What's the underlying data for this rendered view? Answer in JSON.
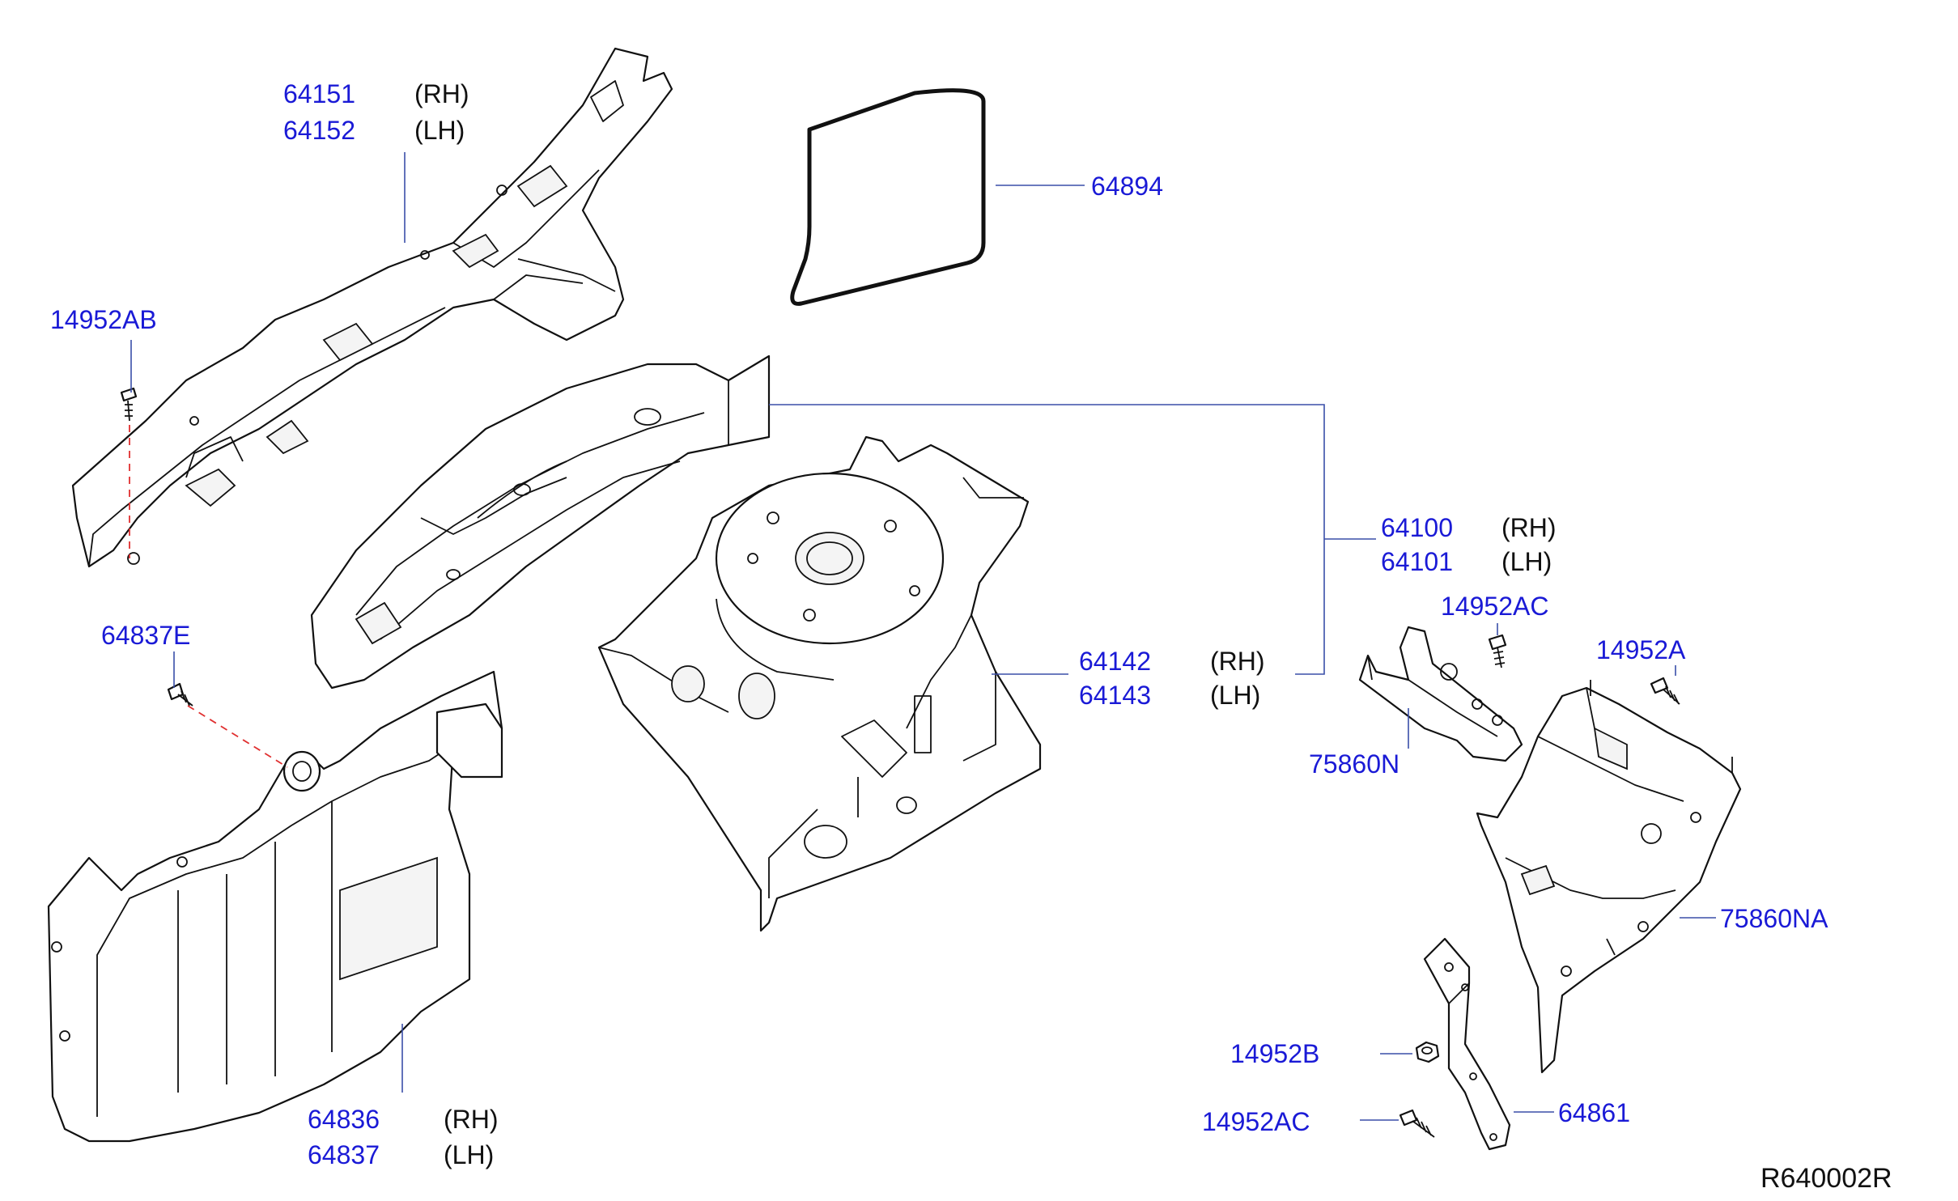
{
  "diagram": {
    "reference_code": "R640002R",
    "callouts": {
      "apron_upper_rh": {
        "number": "64151",
        "side": "(RH)"
      },
      "apron_upper_lh": {
        "number": "64152",
        "side": "(LH)"
      },
      "bolt_apron": {
        "number": "14952AB"
      },
      "seal": {
        "number": "64894"
      },
      "apron_assy_rh": {
        "number": "64100",
        "side": "(RH)"
      },
      "apron_assy_lh": {
        "number": "64101",
        "side": "(LH)"
      },
      "bolt_bracket_top": {
        "number": "14952AC"
      },
      "bolt_a": {
        "number": "14952A"
      },
      "clip": {
        "number": "64837E"
      },
      "housing_rh": {
        "number": "64142",
        "side": "(RH)"
      },
      "housing_lh": {
        "number": "64143",
        "side": "(LH)"
      },
      "bracket": {
        "number": "75860N"
      },
      "bracket_assy": {
        "number": "75860NA"
      },
      "nut": {
        "number": "14952B"
      },
      "bolt_bracket_bottom": {
        "number": "14952AC"
      },
      "stay": {
        "number": "64861"
      },
      "splash_rh": {
        "number": "64836",
        "side": "(RH)"
      },
      "splash_lh": {
        "number": "64837",
        "side": "(LH)"
      }
    }
  }
}
